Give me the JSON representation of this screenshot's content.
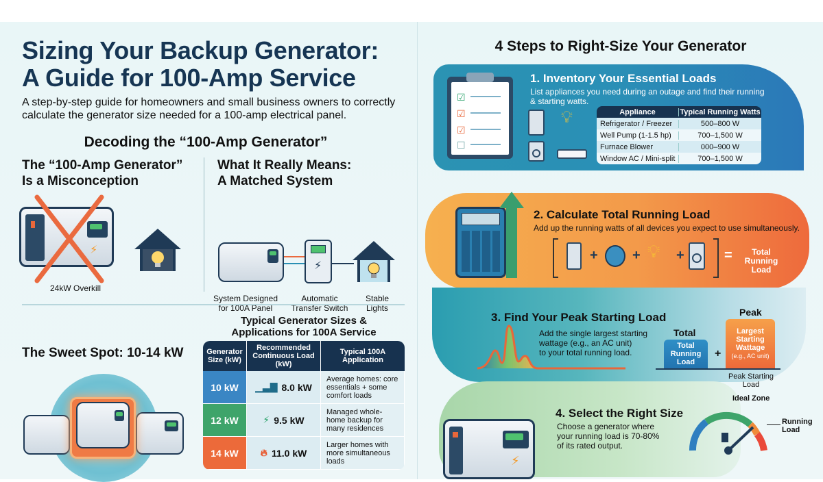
{
  "header": {
    "title_line1": "Sizing Your Backup Generator:",
    "title_line2": "A Guide for 100-Amp Service",
    "subtitle": "A step-by-step guide for homeowners and small business owners to correctly calculate the generator size needed for a 100-amp electrical panel."
  },
  "decoding": {
    "heading": "Decoding the “100-Amp Generator”",
    "left": {
      "heading_line1": "The “100-Amp Generator”",
      "heading_line2": "Is a Misconception",
      "caption": "24kW Overkill"
    },
    "right": {
      "heading_line1": "What It Really Means:",
      "heading_line2": "A Matched System",
      "captions": [
        {
          "line1": "System Designed",
          "line2": "for 100A Panel"
        },
        {
          "line1": "Automatic",
          "line2": "Transfer Switch"
        },
        {
          "line1": "Stable",
          "line2": "Lights"
        }
      ]
    }
  },
  "sweet_spot": {
    "heading": "The Sweet Spot: 10-14 kW"
  },
  "sizes_table": {
    "title_line1": "Typical Generator Sizes &",
    "title_line2": "Applications for 100A Service",
    "headers": [
      "Generator Size (kW)",
      "Recommended Continuous Load (kW)",
      "Typical 100A Application"
    ],
    "rows": [
      {
        "size": "10 kW",
        "load": "8.0 kW",
        "icon": "bar-chart-icon",
        "application": "Average homes: core essentials + some comfort loads",
        "color": "#3a86c4"
      },
      {
        "size": "12 kW",
        "load": "9.5 kW",
        "icon": "lightning-icon",
        "application": "Managed whole-home backup for many residences",
        "color": "#3ea46a"
      },
      {
        "size": "14 kW",
        "load": "11.0 kW",
        "icon": "flame-icon",
        "application": "Larger homes with more simultaneous loads",
        "color": "#ec6a3a"
      }
    ]
  },
  "steps": {
    "heading": "4 Steps to Right-Size Your Generator",
    "step1": {
      "title": "1. Inventory Your Essential Loads",
      "text": "List appliances you need during an outage and find their running & starting watts.",
      "table_headers": [
        "Appliance",
        "Typical Running Watts"
      ],
      "table_rows": [
        [
          "Refrigerator / Freezer",
          "500–800 W"
        ],
        [
          "Well Pump (1-1.5 hp)",
          "700–1,500 W"
        ],
        [
          "Furnace Blower",
          "000–900 W"
        ],
        [
          "Window AC / Mini-split",
          "700–1,500 W"
        ]
      ]
    },
    "step2": {
      "title": "2. Calculate Total Running Load",
      "text": "Add up the running watts of all devices you expect to use simultaneously.",
      "result_line1": "Total",
      "result_line2": "Running",
      "result_line3": "Load"
    },
    "step3": {
      "title": "3. Find Your Peak Starting Load",
      "text_line1": "Add the single largest starting",
      "text_line2": "wattage (e.g., an AC unit)",
      "text_line3": "to your total running load.",
      "total_label": "Total",
      "peak_label": "Peak",
      "total_box": "Total Running Load",
      "peak_box_line1": "Largest",
      "peak_box_line2": "Starting",
      "peak_box_line3": "Wattage",
      "peak_box_line4": "(e.g., AC unit)",
      "result_line1": "Peak Starting",
      "result_line2": "Load"
    },
    "step4": {
      "title": "4. Select the Right Size",
      "text_line1": "Choose a generator where",
      "text_line2": "your running load is 70-80%",
      "text_line3": "of its rated output.",
      "gauge_ideal": "Ideal Zone",
      "gauge_running_line1": "Running",
      "gauge_running_line2": "Load"
    }
  },
  "colors": {
    "navy": "#163553",
    "blue": "#2b8fb4",
    "orange": "#f39a4a",
    "green": "#3ea46a",
    "red": "#ec6a3a"
  }
}
